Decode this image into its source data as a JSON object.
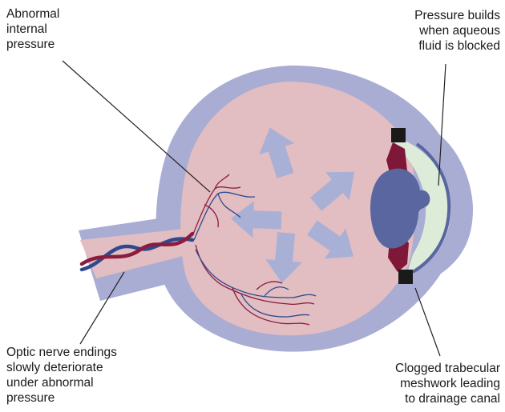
{
  "diagram": {
    "labels": {
      "abnormal_pressure": [
        "Abnormal",
        "internal",
        "pressure"
      ],
      "pressure_builds": [
        "Pressure builds",
        "when aqueous",
        "fluid is blocked"
      ],
      "optic_nerve": [
        "Optic nerve endings",
        "slowly deteriorate",
        "under abnormal",
        "pressure"
      ],
      "clogged_meshwork": [
        "Clogged trabecular",
        "meshwork leading",
        "to drainage canal"
      ]
    },
    "colors": {
      "sclera": "#a9add3",
      "retina_interior": "#e2bdc1",
      "lens": "#5a66a0",
      "cornea_fluid": "#dcecd8",
      "iris_tissue": "#7f1838",
      "pressure_arrow": "#a9b0d6",
      "vein_red": "#8a1c3e",
      "vein_blue": "#2f4a8c",
      "drain_marker": "#1a1a1a",
      "leader_line": "#222222"
    }
  }
}
